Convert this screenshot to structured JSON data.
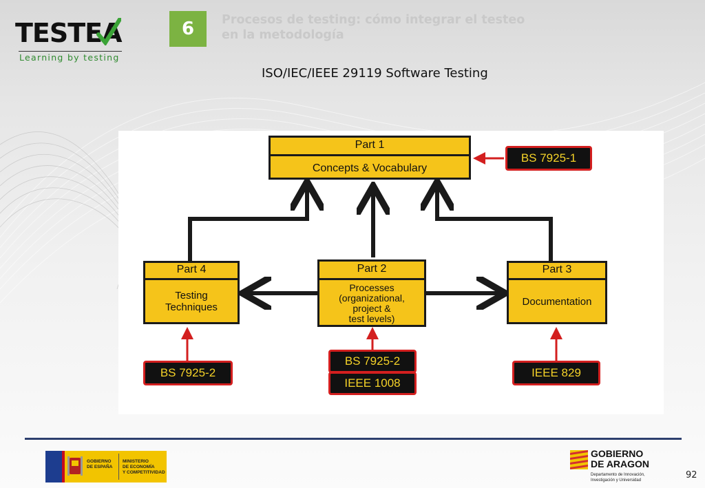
{
  "header": {
    "logo_text": "TESTEA",
    "logo_tagline": "Learning by testing",
    "section_number": "6",
    "section_title": "Procesos de testing: cómo integrar el testeo en la metodología",
    "slide_subtitle": "ISO/IEC/IEEE 29119 Software Testing"
  },
  "diagram": {
    "part1": {
      "label": "Part 1",
      "text": "Concepts & Vocabulary"
    },
    "part2": {
      "label": "Part 2",
      "text_lines": [
        "Processes",
        "(organizational,",
        "project &",
        "test levels)"
      ]
    },
    "part3": {
      "label": "Part 3",
      "text": "Documentation"
    },
    "part4": {
      "label": "Part 4",
      "text_lines": [
        "Testing",
        "Techniques"
      ]
    },
    "standards": {
      "bs7925_1": "BS 7925-1",
      "bs7925_2_left": "BS 7925-2",
      "bs7925_2_center": "BS 7925-2",
      "ieee1008": "IEEE 1008",
      "ieee829": "IEEE 829"
    }
  },
  "footer": {
    "spain_gov": [
      "GOBIERNO",
      "DE ESPAÑA"
    ],
    "spain_ministry": [
      "MINISTERIO",
      "DE ECONOMÍA",
      "Y COMPETITIVIDAD"
    ],
    "aragon_name": [
      "GOBIERNO",
      "DE ARAGON"
    ],
    "aragon_dept": [
      "Departamento de Innovación,",
      "Investigación y Universidad"
    ],
    "page_number": "92"
  },
  "colors": {
    "box_yellow": "#f5c41a",
    "standard_text": "#f5d228",
    "standard_border": "#d31f1f",
    "badge_green": "#7cb342",
    "footer_rule": "#2d3f6e"
  }
}
